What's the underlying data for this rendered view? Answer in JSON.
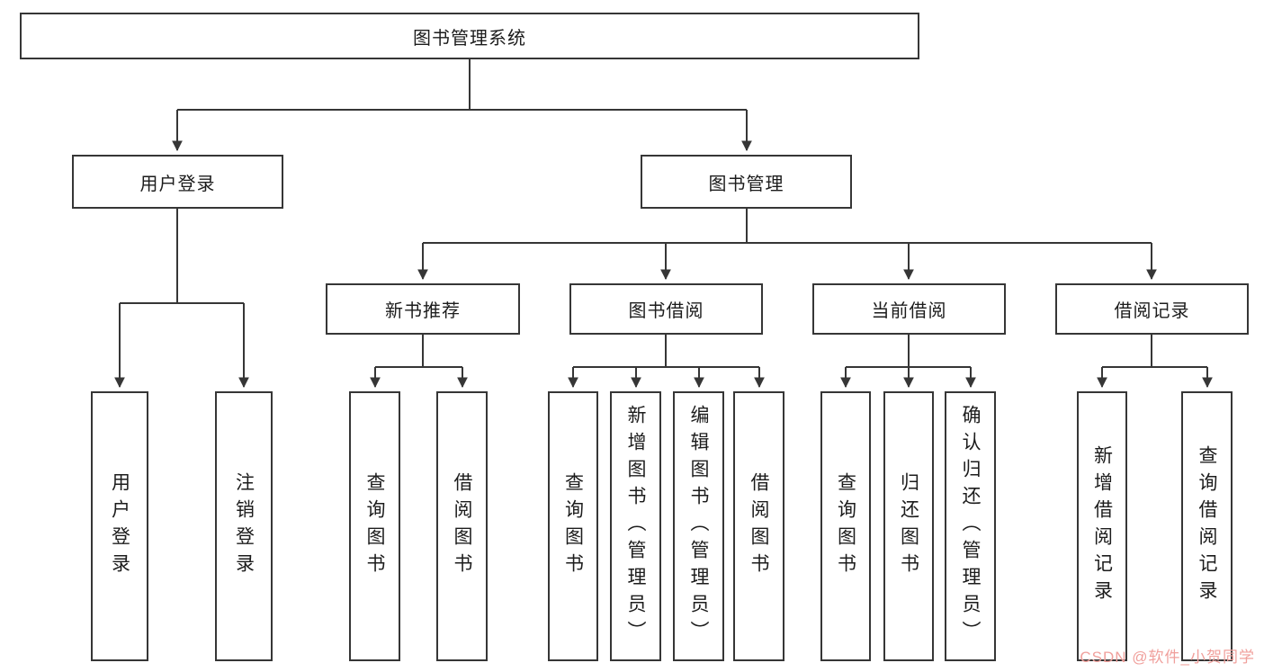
{
  "diagram": {
    "root": "图书管理系统",
    "user_login": {
      "label": "用户登录",
      "children": {
        "login": "用户登录",
        "logout": "注销登录"
      }
    },
    "book_mgmt": {
      "label": "图书管理",
      "new_book_rec": {
        "label": "新书推荐",
        "children": {
          "query_book": "查询图书",
          "borrow_book": "借阅图书"
        }
      },
      "book_borrow": {
        "label": "图书借阅",
        "children": {
          "query_book": "查询图书",
          "add_book": "新增图书（管理员）",
          "edit_book": "编辑图书（管理员）",
          "borrow_book": "借阅图书"
        }
      },
      "current_borrow": {
        "label": "当前借阅",
        "children": {
          "query_book": "查询图书",
          "return_book": "归还图书",
          "confirm_return": "确认归还（管理员）"
        }
      },
      "borrow_records": {
        "label": "借阅记录",
        "children": {
          "add_record": "新增借阅记录",
          "query_record": "查询借阅记录"
        }
      }
    }
  },
  "watermark": "CSDN @软件_小贺同学"
}
